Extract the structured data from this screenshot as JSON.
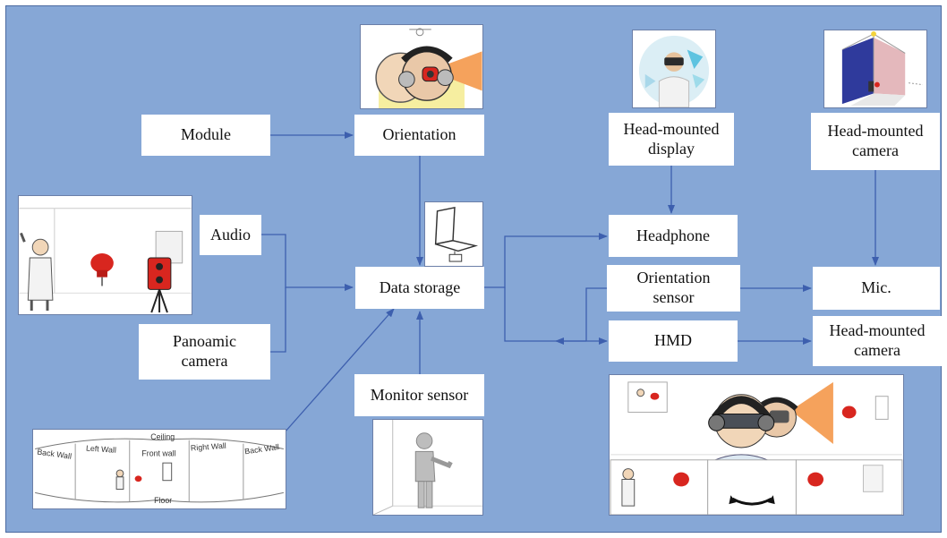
{
  "nodes": {
    "module": "Module",
    "orientation": "Orientation",
    "hmd_display": "Head-mounted\ndisplay",
    "hm_camera_top": "Head-mounted\ncamera",
    "audio": "Audio",
    "panoramic_camera": "Panoamic\ncamera",
    "data_storage": "Data storage",
    "headphone": "Headphone",
    "orientation_sensor": "Orientation\nsensor",
    "mic": "Mic.",
    "hmd": "HMD",
    "hm_camera_bottom": "Head-mounted\ncamera",
    "monitor_sensor": "Monitor sensor"
  },
  "room_map": {
    "ceiling": "Ceiling",
    "back_wall_left": "Back Wall",
    "left_wall": "Left Wall",
    "front_wall": "Front wall",
    "right_wall": "Right Wall",
    "back_wall_right": "Back Wall",
    "floor": "Floor"
  },
  "colors": {
    "background": "#86a7d6",
    "arrow": "#3d5fae",
    "accent_red": "#d8261f",
    "projection_orange": "#f5a25c"
  },
  "illustrations": [
    "head-orientation-icon",
    "vr-headset-user-icon",
    "camera-projection-icon",
    "recording-room-icon",
    "laptop-storage-icon",
    "panorama-room-map-icon",
    "standing-person-icon",
    "vr-viewing-scene-icon"
  ]
}
